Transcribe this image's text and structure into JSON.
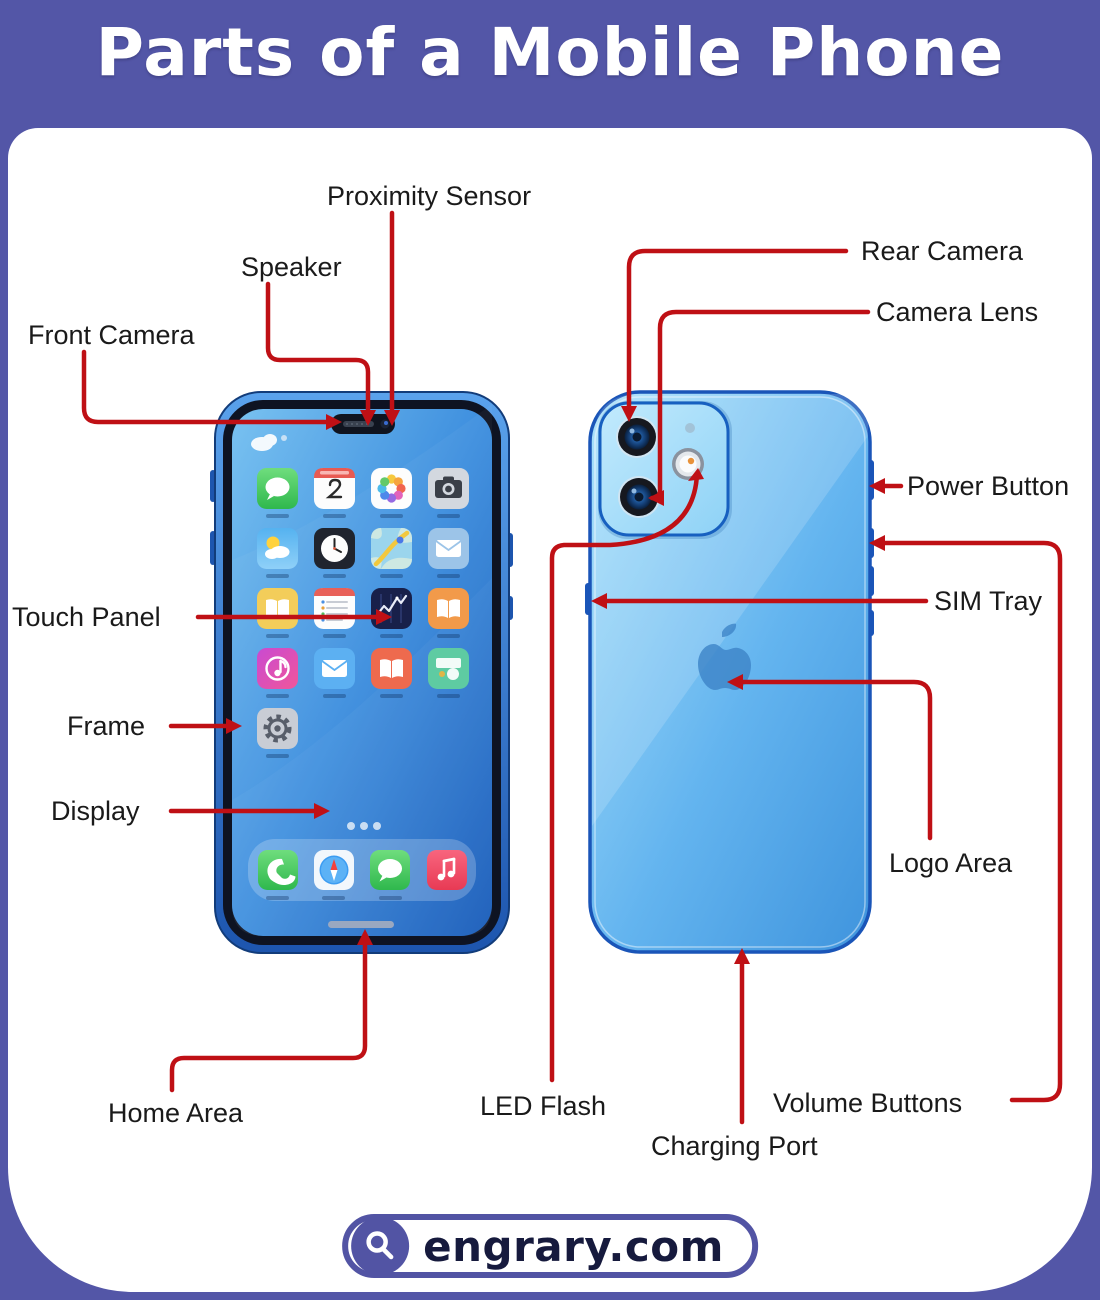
{
  "title": "Parts of a Mobile Phone",
  "parts": {
    "proximity_sensor": "Proximity Sensor",
    "speaker": "Speaker",
    "front_camera": "Front Camera",
    "touch_panel": "Touch Panel",
    "frame": "Frame",
    "display": "Display",
    "home_area": "Home Area",
    "rear_camera": "Rear Camera",
    "camera_lens": "Camera Lens",
    "power_button": "Power Button",
    "sim_tray": "SIM Tray",
    "logo_area": "Logo Area",
    "led_flash": "LED Flash",
    "charging_port": "Charging Port",
    "volume_buttons": "Volume Buttons"
  },
  "footer": {
    "brand": "engrary.com",
    "icon": "magnifier-icon"
  },
  "colors": {
    "background_purple": "#5356a7",
    "callout_red": "#bf1015",
    "label_text": "#1a1a1a",
    "front_phone_frame_blue": "#2f6fd0",
    "back_phone_blue": "#5eaeee",
    "badge_text_navy": "#161a3d"
  },
  "illustration": {
    "front_screen_apps": [
      "messages",
      "calendar",
      "photos",
      "camera",
      "weather",
      "clock",
      "maps",
      "mail",
      "books-yellow",
      "notes",
      "stocks",
      "books-orange",
      "music",
      "mail",
      "books-red",
      "food",
      "settings"
    ],
    "dock_apps": [
      "phone",
      "safari",
      "messages",
      "music"
    ],
    "views": [
      "front-view-phone",
      "back-view-phone"
    ]
  }
}
